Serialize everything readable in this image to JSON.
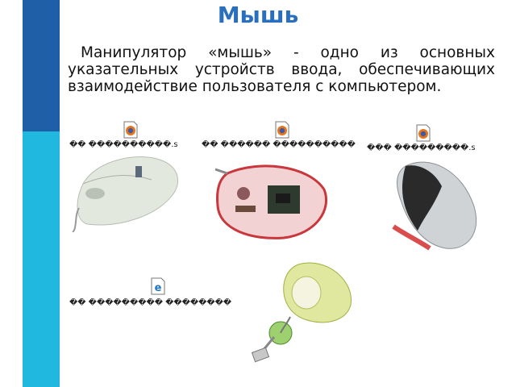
{
  "slide": {
    "title": "Мышь",
    "paragraph": "Манипулятор «мышь» - одно из основных указательных устройств ввода, обеспечивающих взаимодействие пользователя с компьютером."
  },
  "links": [
    {
      "label": "�� ����������.s",
      "icon": "firefox-file-icon"
    },
    {
      "label": "�� ������ ����������",
      "icon": "firefox-file-icon"
    },
    {
      "label": "��� ���������.s",
      "icon": "firefox-file-icon"
    },
    {
      "label": "�� ��������� ��������",
      "icon": "ie-file-icon"
    }
  ],
  "colors": {
    "bar_dark": "#1f5fa8",
    "bar_light": "#21b8e0",
    "title": "#2a6fbe"
  }
}
